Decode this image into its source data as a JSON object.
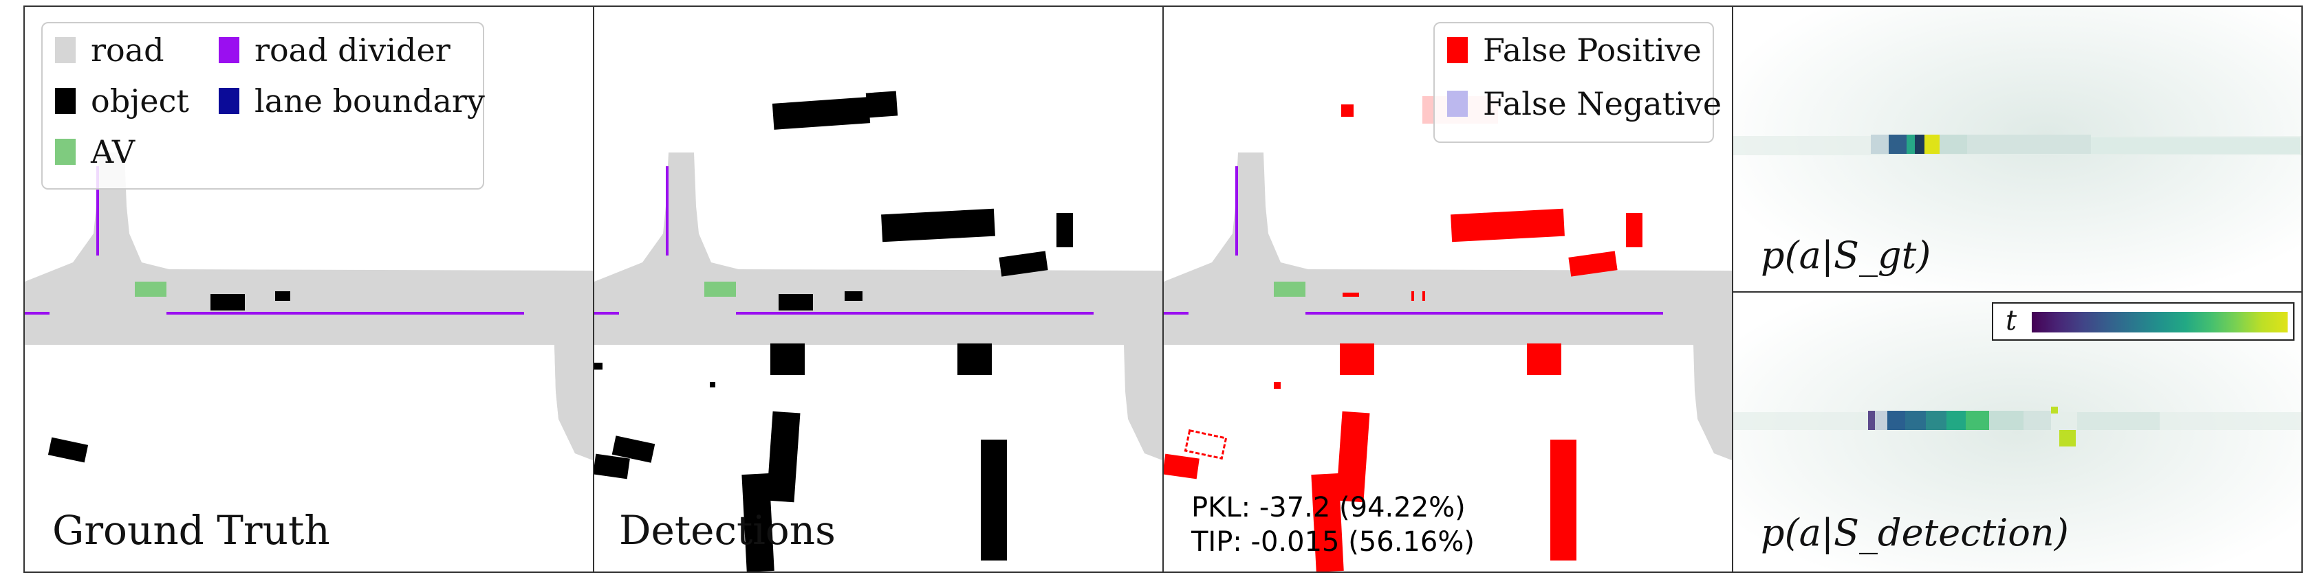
{
  "legend": {
    "items": [
      {
        "label": "road",
        "color": "#d6d6d6"
      },
      {
        "label": "road divider",
        "color": "#9a0ff0"
      },
      {
        "label": "object",
        "color": "#000000"
      },
      {
        "label": "lane boundary",
        "color": "#0b0b98"
      },
      {
        "label": "AV",
        "color": "#7fcb7f"
      }
    ]
  },
  "error_legend": {
    "items": [
      {
        "label": "False Positive",
        "color": "#ff0000"
      },
      {
        "label": "False Negative",
        "color": "#bcb8ee"
      }
    ]
  },
  "panels": {
    "ground_truth_title": "Ground Truth",
    "detections_title": "Detections",
    "pkl_text": "PKL: -37.2 (94.22%)",
    "tip_text": "TIP: -0.015 (56.16%)",
    "top_right_label": "p(a|S_gt)",
    "bottom_right_label": "p(a|S_detection)",
    "colorbar_label": "t"
  },
  "colors": {
    "road": "#d6d6d6",
    "divider": "#9a0ff0",
    "object": "#000000",
    "av": "#7fcb7f",
    "false_positive": "#ff0000",
    "false_negative": "#bcb8ee"
  },
  "colormap": [
    "#440154",
    "#482475",
    "#414487",
    "#355f8d",
    "#2a788e",
    "#21918c",
    "#22a884",
    "#44bf70",
    "#7ad151",
    "#bddf26",
    "#dfe318"
  ]
}
